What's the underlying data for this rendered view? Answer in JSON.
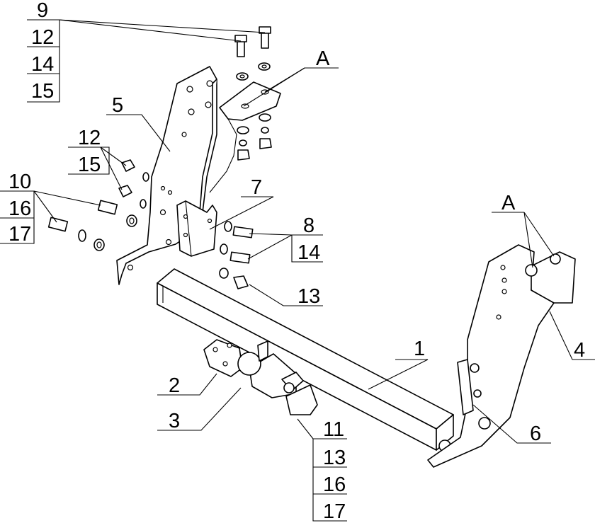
{
  "labels": {
    "l9": "9",
    "l12a": "12",
    "l14a": "14",
    "l15a": "15",
    "lA1": "A",
    "l5": "5",
    "l12b": "12",
    "l15b": "15",
    "l10": "10",
    "l16a": "16",
    "l17a": "17",
    "l7": "7",
    "l8": "8",
    "l14b": "14",
    "l13a": "13",
    "lA2": "A",
    "l4": "4",
    "l1": "1",
    "l2": "2",
    "l3": "3",
    "l6": "6",
    "l11": "11",
    "l13b": "13",
    "l16b": "16",
    "l17b": "17"
  },
  "colors": {
    "line": "#000000",
    "background": "#ffffff"
  }
}
